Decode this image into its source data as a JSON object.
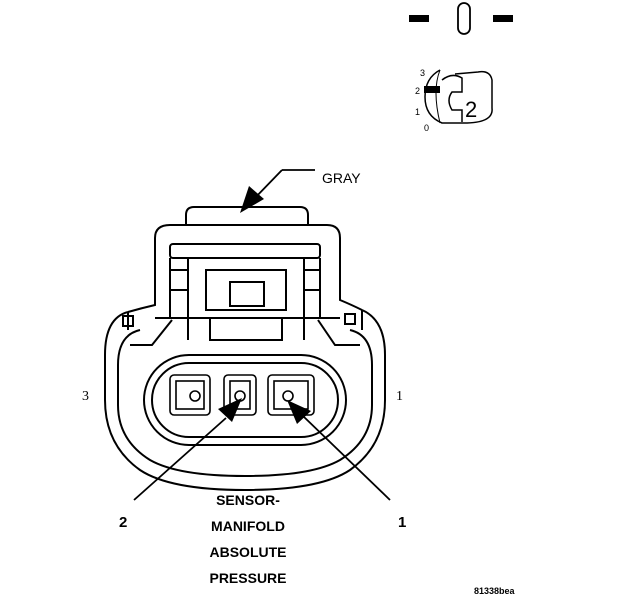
{
  "inset": {
    "scale_labels": [
      "3",
      "2",
      "1",
      "0"
    ],
    "number": "2"
  },
  "connector": {
    "color_label": "GRAY",
    "cavity_left": "3",
    "cavity_right": "1"
  },
  "callouts": {
    "left": "2",
    "right": "1"
  },
  "caption": [
    "SENSOR-",
    "MANIFOLD",
    "ABSOLUTE",
    "PRESSURE"
  ],
  "figure_code": "81338bea"
}
